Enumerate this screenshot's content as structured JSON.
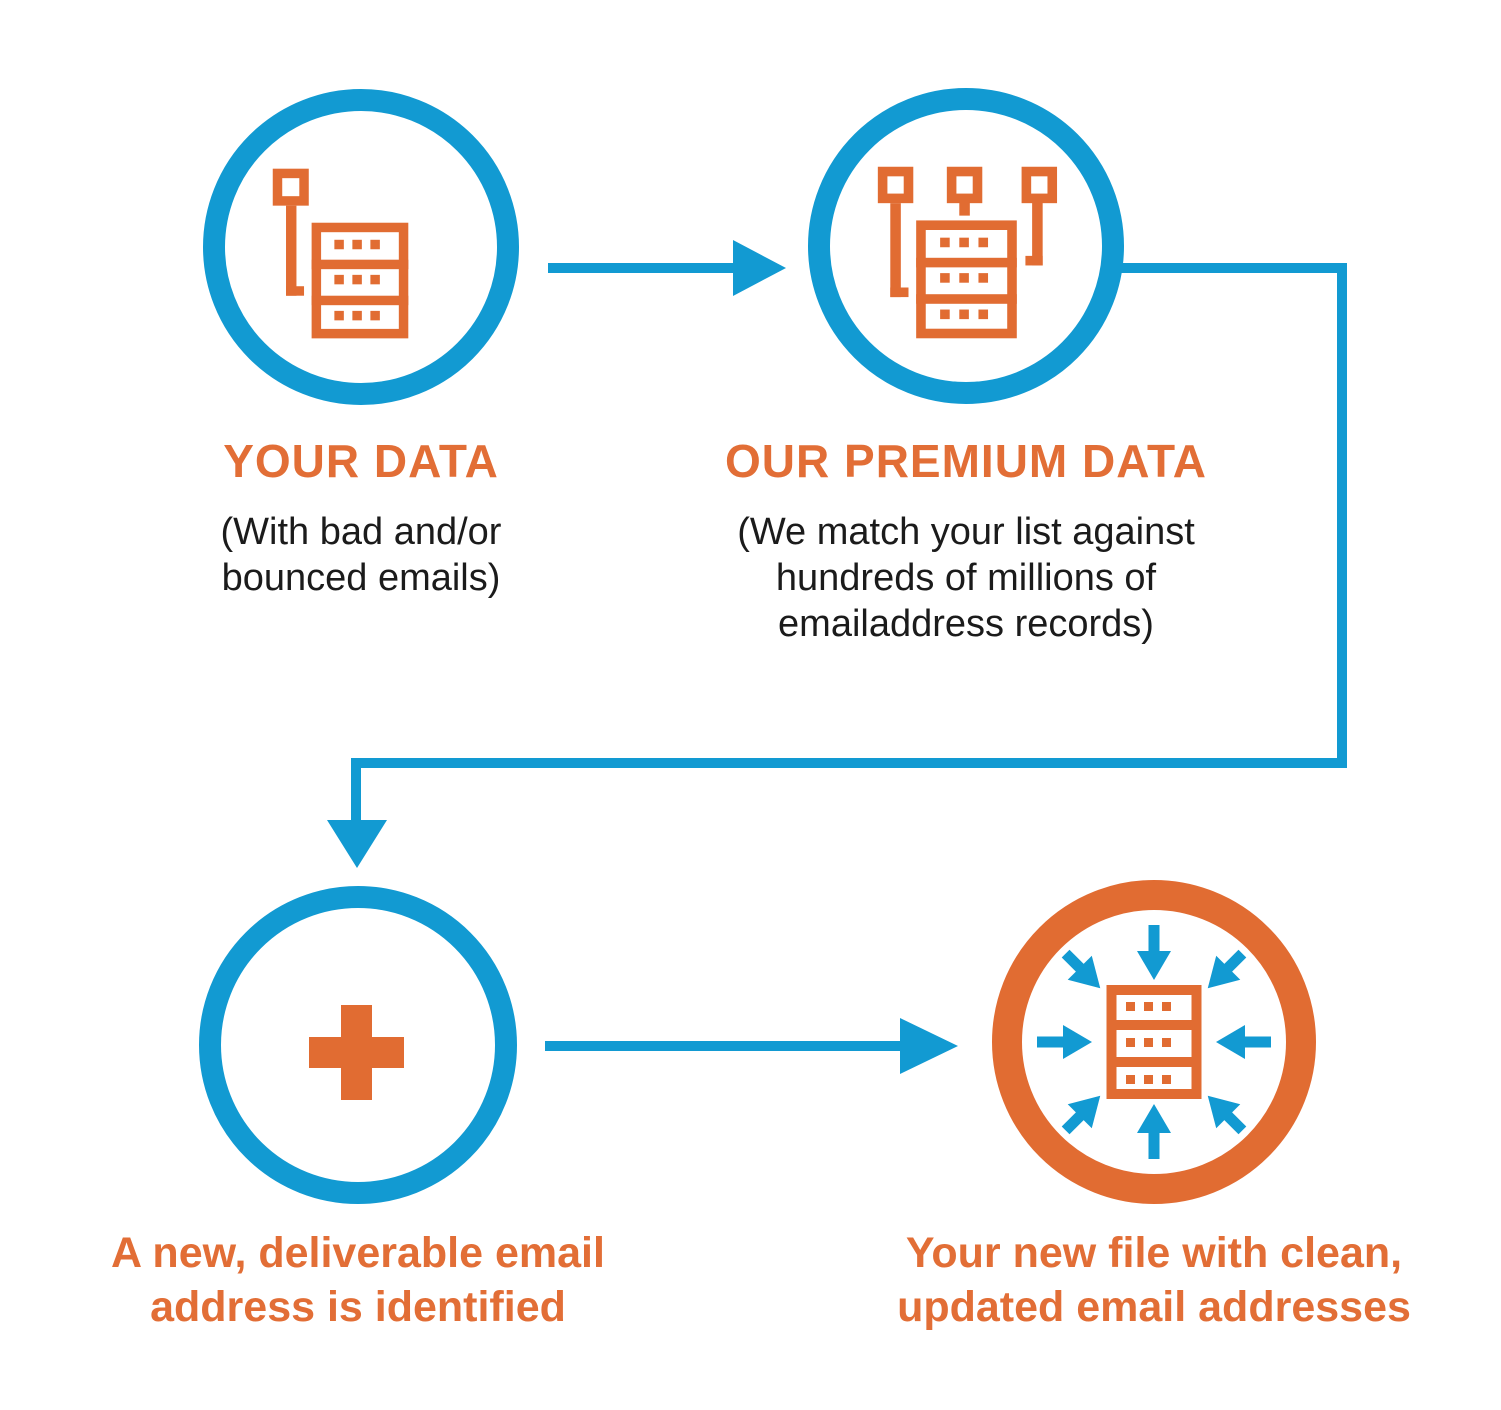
{
  "palette": {
    "blue": "#129ad2",
    "orange_icon": "#e16c32",
    "orange_text": "#e26e36",
    "dark_text": "#1b1b1b",
    "background": "#ffffff"
  },
  "steps": [
    {
      "name": "your-data",
      "title": "YOUR DATA",
      "subtitle_lines": [
        "(With bad and/or",
        "bounced emails)"
      ],
      "icon": "database-single-connector-icon",
      "circle_color": "blue"
    },
    {
      "name": "our-premium-data",
      "title": "OUR PREMIUM DATA",
      "subtitle_lines": [
        "(We match your list against",
        "hundreds of millions of",
        "emailaddress records)"
      ],
      "icon": "database-multi-connector-icon",
      "circle_color": "blue"
    },
    {
      "name": "new-email-identified",
      "caption_lines": [
        "A new, deliverable email",
        "address is identified"
      ],
      "icon": "plus-icon",
      "circle_color": "blue"
    },
    {
      "name": "clean-updated-file",
      "caption_lines": [
        "Your new file with clean,",
        "updated email addresses"
      ],
      "icon": "database-converging-arrows-icon",
      "circle_color": "orange"
    }
  ],
  "connectors": [
    {
      "name": "arrow-your-data-to-premium",
      "type": "straight-right-arrow"
    },
    {
      "name": "connector-premium-to-identified",
      "type": "elbow-down-arrow"
    },
    {
      "name": "arrow-identified-to-clean-file",
      "type": "straight-right-arrow"
    }
  ]
}
